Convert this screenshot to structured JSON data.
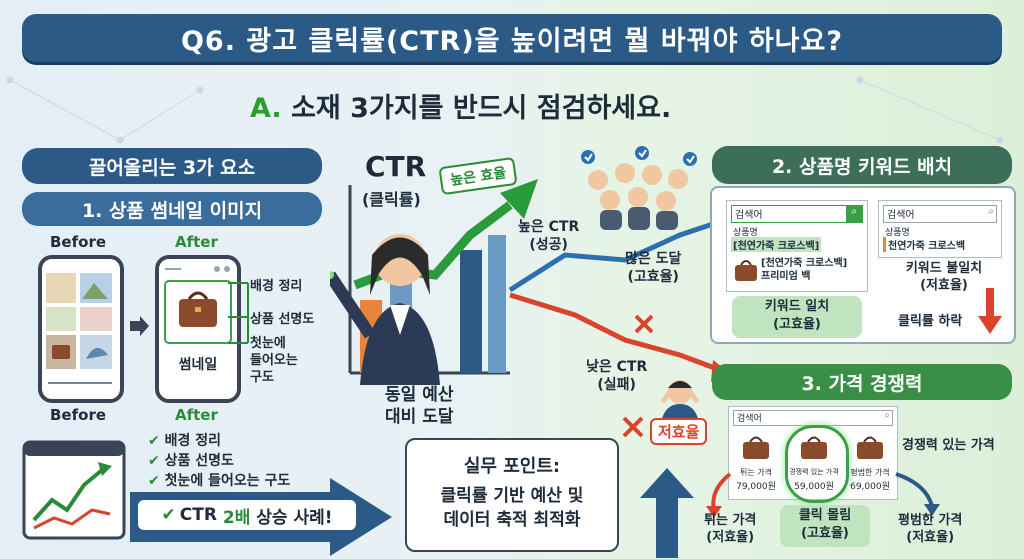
{
  "title": "Q6. 광고 클릭률(CTR)을 높이려면 뭘 바꿔야 하나요?",
  "answer_prefix": "A.",
  "answer_text": "소재 3가지를 반드시 점검하세요.",
  "left": {
    "header": "끌어올리는 3가 요소",
    "section1": "1. 상품 썸네일 이미지",
    "before_label": "Before",
    "after_label": "After",
    "thumb_label": "썸네일",
    "callouts": [
      "배경 정리",
      "상품 선명도",
      "첫눈에\n들어오는\n구도"
    ],
    "before_bottom": "Before",
    "after_bottom": "After",
    "checklist": [
      "배경 정리",
      "상품 선명도",
      "첫눈에 들어오는 구도"
    ],
    "ctr_badge_prefix": "CTR",
    "ctr_badge_highlight": "2배",
    "ctr_badge_suffix": "상승 사례!"
  },
  "center": {
    "ctr_title": "CTR",
    "ctr_sub": "(클릭률)",
    "high_eff": "높은 효율",
    "same_budget": "동일 예산\n대비 도달",
    "high_ctr": "높은 CTR\n(성공)",
    "reach_many": "많은 도달\n(고효율)",
    "low_ctr": "낮은 CTR\n(실패)",
    "low_eff": "저효율",
    "practice_title": "실무 포인트:",
    "practice_body": "클릭률 기반 예산 및\n데이터 축적 최적화"
  },
  "right": {
    "section2": "2. 상품명 키워드 배치",
    "search_placeholder": "검색어",
    "product_name_label": "상품명",
    "good_name": "[천연가죽 크로스백]",
    "good_result": "[천연가죽 크로스백]\n프리미엄 백",
    "kw_match": "키워드 일치\n(고효율)",
    "bad_name": "천연가죽 크로스백",
    "kw_mismatch": "키워드 불일치\n(저효율)",
    "click_drop": "클릭률 하락",
    "section3": "3. 가격 경쟁력",
    "price_items": [
      {
        "name": "튀는 가격",
        "price": "79,000원"
      },
      {
        "name": "경쟁력 있는 가격",
        "price": "59,000원"
      },
      {
        "name": "평범한 가격",
        "price": "69,000원"
      }
    ],
    "competitive_label": "경쟁력 있는 가격",
    "outlier_label": "튀는 가격\n(저효율)",
    "click_focus": "클릭 몰림\n(고효율)",
    "normal_label": "평범한 가격\n(저효율)"
  },
  "colors": {
    "navy": "#2c5a87",
    "green": "#3a8f46",
    "red": "#d9442b"
  }
}
